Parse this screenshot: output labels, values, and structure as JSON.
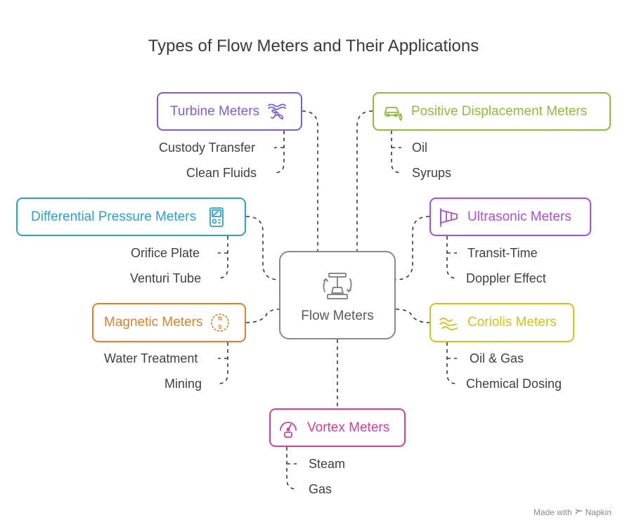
{
  "title": "Types of Flow Meters and Their Applications",
  "center": {
    "label": "Flow Meters",
    "icon": "valve-icon"
  },
  "meters": {
    "turbine": {
      "label": "Turbine Meters",
      "icon": "turbine-icon",
      "color": "#7b5fe0",
      "apps": [
        "Custody Transfer",
        "Clean Fluids"
      ]
    },
    "positive_displacement": {
      "label": "Positive Displacement Meters",
      "icon": "fuel-car-icon",
      "color": "#8cbf3a",
      "apps": [
        "Oil",
        "Syrups"
      ]
    },
    "differential_pressure": {
      "label": "Differential Pressure Meters",
      "icon": "pressure-gauge-icon",
      "color": "#2aa3c9",
      "apps": [
        "Orifice Plate",
        "Venturi Tube"
      ]
    },
    "ultrasonic": {
      "label": "Ultrasonic Meters",
      "icon": "windsock-icon",
      "color": "#b04ed8",
      "apps": [
        "Transit-Time",
        "Doppler Effect"
      ]
    },
    "magnetic": {
      "label": "Magnetic Meters",
      "icon": "magnet-ns-icon",
      "color": "#e0822c",
      "apps": [
        "Water Treatment",
        "Mining"
      ]
    },
    "coriolis": {
      "label": "Coriolis Meters",
      "icon": "flow-waves-icon",
      "color": "#d8c218",
      "apps": [
        "Oil & Gas",
        "Chemical Dosing"
      ]
    },
    "vortex": {
      "label": "Vortex Meters",
      "icon": "speed-gauge-icon",
      "color": "#d83f9a",
      "apps": [
        "Steam",
        "Gas"
      ]
    }
  },
  "watermark": {
    "prefix": "Made with",
    "brand": "Napkin"
  }
}
